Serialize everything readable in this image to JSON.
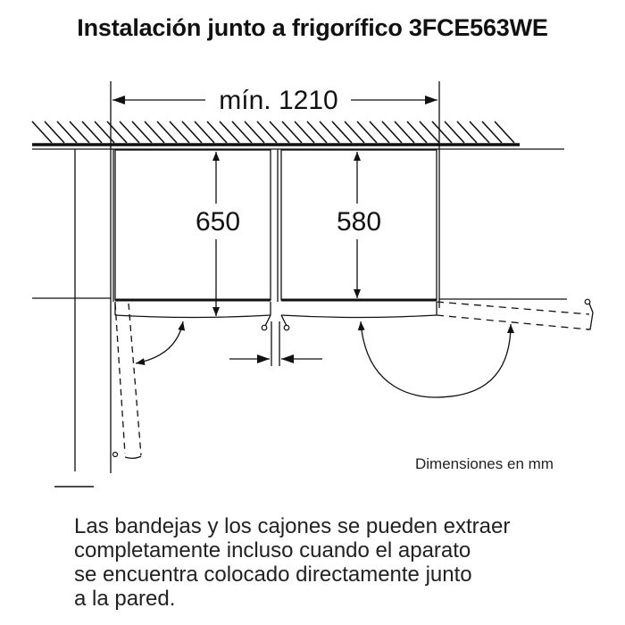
{
  "title": "Instalación junto a frigorífico 3FCE563WE",
  "dimensions": {
    "total_width_label": "mín. 1210",
    "left_depth_label": "650",
    "right_depth_label": "580"
  },
  "units_label": "Dimensiones en mm",
  "note": {
    "lines": [
      "Las bandejas y los cajones se pueden extraer",
      "completamente incluso cuando el aparato",
      "se encuentra colocado directamente junto",
      "a la pared."
    ]
  },
  "colors": {
    "line": "#111111",
    "background": "#ffffff"
  }
}
